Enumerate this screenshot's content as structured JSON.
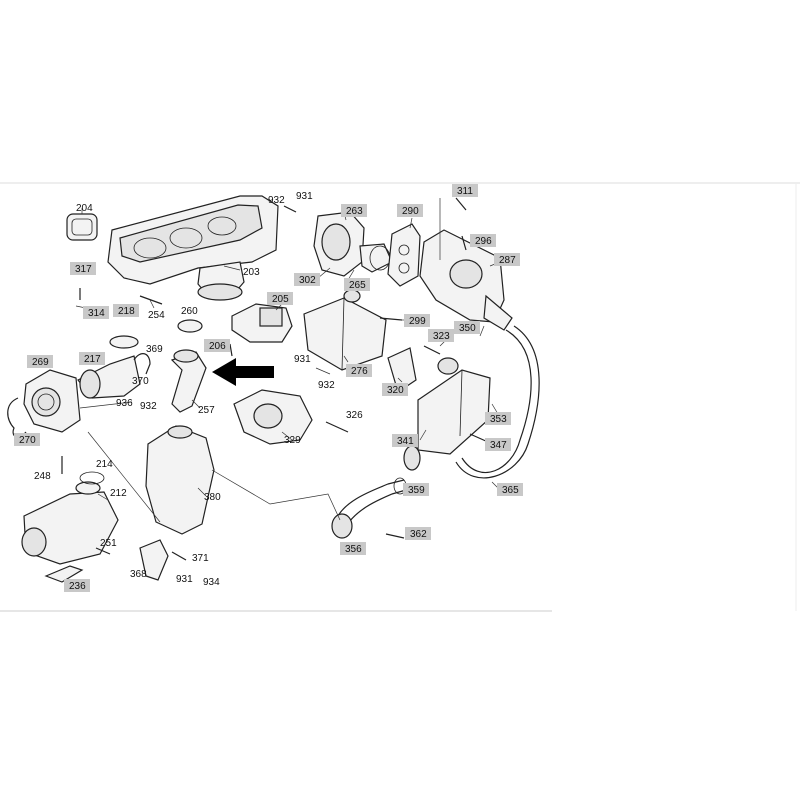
{
  "diagram": {
    "labels": {
      "l204": "204",
      "l932a": "932",
      "l931a": "931",
      "l263": "263",
      "l290": "290",
      "l311": "311",
      "l296": "296",
      "l287": "287",
      "l203": "203",
      "l302": "302",
      "l265": "265",
      "l317": "317",
      "l218": "218",
      "l254": "254",
      "l260": "260",
      "l205": "205",
      "l299": "299",
      "l323": "323",
      "l350": "350",
      "l314": "314",
      "l206": "206",
      "l369": "369",
      "l931b": "931",
      "l269": "269",
      "l217": "217",
      "l370": "370",
      "l932b": "932",
      "l276": "276",
      "l320": "320",
      "l353": "353",
      "l936": "936",
      "l932c": "932",
      "l257": "257",
      "l326": "326",
      "l329": "329",
      "l341": "341",
      "l347": "347",
      "l270": "270",
      "l248": "248",
      "l214": "214",
      "l212": "212",
      "l380": "380",
      "l359": "359",
      "l365": "365",
      "l251": "251",
      "l362": "362",
      "l356": "356",
      "l371": "371",
      "l368": "368",
      "l931c": "931",
      "l934": "934",
      "l236": "236"
    },
    "colors": {
      "label_box": "#c8c8c8",
      "line": "#222222",
      "arrow": "#000000"
    }
  }
}
